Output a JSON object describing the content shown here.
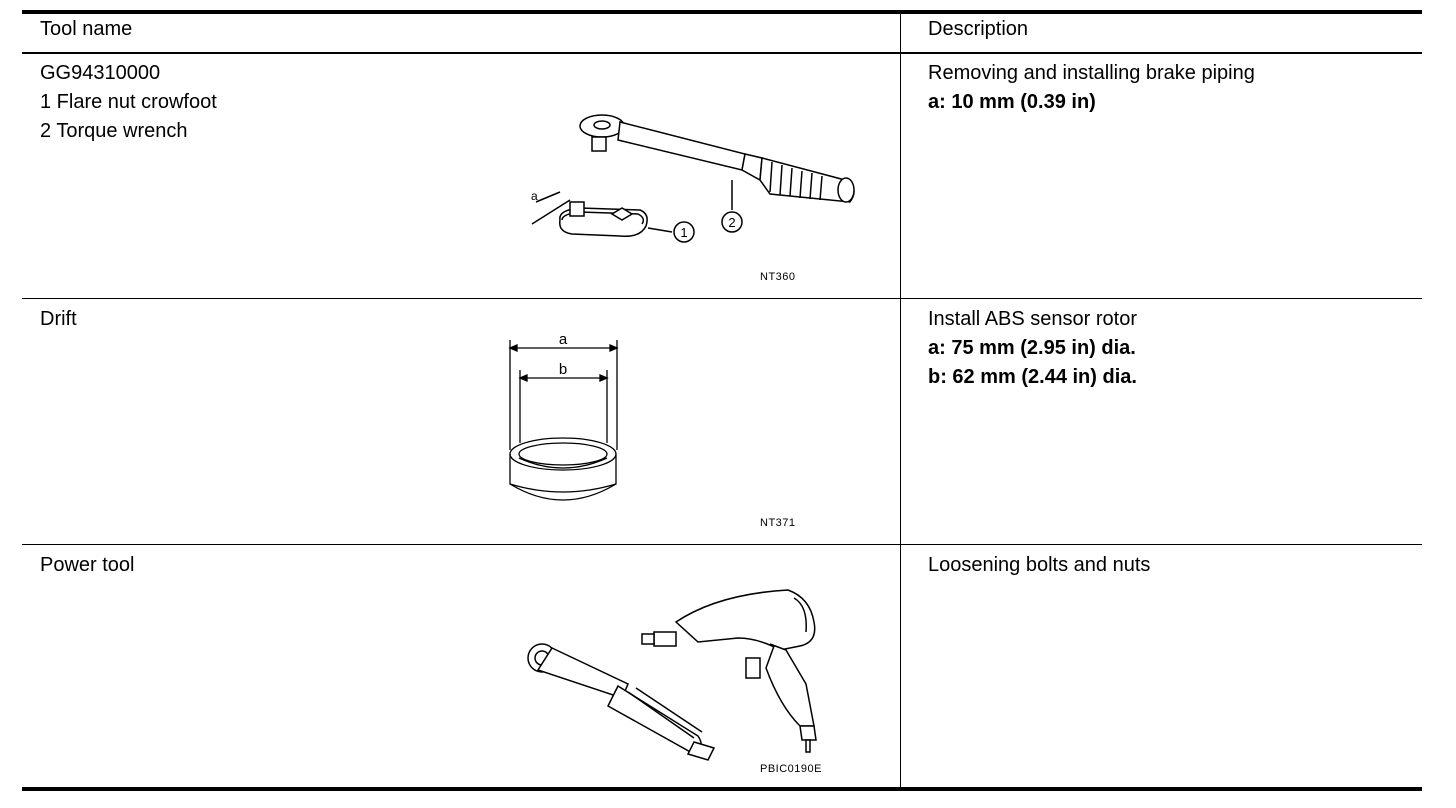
{
  "table": {
    "headers": {
      "tool_name": "Tool name",
      "description": "Description"
    },
    "rows": [
      {
        "tool_lines": [
          "GG94310000",
          "1 Flare nut crowfoot",
          "2 Torque wrench"
        ],
        "description_title": "Removing and installing brake piping",
        "description_specs": [
          "a: 10 mm (0.39 in)"
        ],
        "figure_code": "NT360",
        "figure_labels": {
          "a": "a",
          "part1": "1",
          "part2": "2"
        }
      },
      {
        "tool_lines": [
          "Drift"
        ],
        "description_title": "Install ABS sensor rotor",
        "description_specs": [
          "a: 75 mm (2.95 in) dia.",
          "b: 62 mm (2.44 in) dia."
        ],
        "figure_code": "NT371",
        "figure_labels": {
          "a": "a",
          "b": "b"
        }
      },
      {
        "tool_lines": [
          "Power tool"
        ],
        "description_title": "Loosening bolts and nuts",
        "description_specs": [],
        "figure_code": "PBIC0190E"
      }
    ]
  }
}
